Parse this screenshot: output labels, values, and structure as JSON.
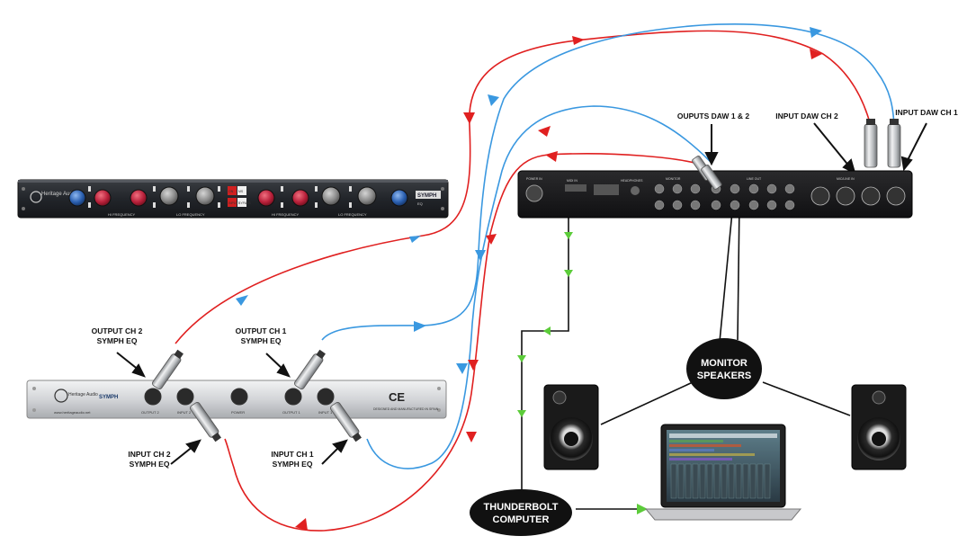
{
  "colors": {
    "red_cable": "#e02020",
    "blue_cable": "#3a98e0",
    "green_arrow": "#5ccc3a",
    "black": "#111111",
    "rack_dark": "#2a2c30",
    "rack_silver": "#d8dadc",
    "knob_red": "#c0283a",
    "knob_blue": "#2a5fb0"
  },
  "labels": {
    "output_ch2": [
      "OUTPUT CH 2",
      "SYMPH EQ"
    ],
    "output_ch1": [
      "OUTPUT CH 1",
      "SYMPH EQ"
    ],
    "input_ch2": [
      "INPUT CH 2",
      "SYMPH EQ"
    ],
    "input_ch1": [
      "INPUT CH 1",
      "SYMPH EQ"
    ],
    "outputs_daw": "OUPUTS DAW 1 & 2",
    "input_daw_ch2": "INPUT DAW CH 2",
    "input_daw_ch1": "INPUT DAW CH 1",
    "monitor_speakers": [
      "MONITOR",
      "SPEAKERS"
    ],
    "thunderbolt_computer": [
      "THUNDERBOLT",
      "COMPUTER"
    ]
  },
  "front_panel": {
    "brand": "Heritage Audio",
    "model": "SYMPH",
    "model_suffix": "EQ",
    "section_labels": [
      "HI FREQUENCY",
      "LO FREQUENCY",
      "HI FREQUENCY",
      "LO FREQUENCY"
    ],
    "switch_labels": [
      "ON",
      "MS",
      "INPUT",
      "BYPASS"
    ]
  },
  "rear_panel": {
    "brand": "Heritage Audio",
    "model": "SYMPH",
    "jack_labels": [
      "OUTPUT 2",
      "INPUT 2",
      "POWER",
      "OUTPUT 1",
      "INPUT 1"
    ],
    "website": "www.heritageaudio.net",
    "ce": "CE",
    "spain_text": "DESIGNED AND MANUFACTURED IN SPAIN"
  },
  "interface": {
    "port_labels": [
      "POWER IN",
      "MIDI IN",
      "HEADPHONES",
      "MONITOR",
      "LINE OUT",
      "MIC/LINE IN"
    ]
  },
  "icons": [
    "connector-xlr-icon",
    "speaker-icon",
    "laptop-icon",
    "arrow-icon"
  ]
}
